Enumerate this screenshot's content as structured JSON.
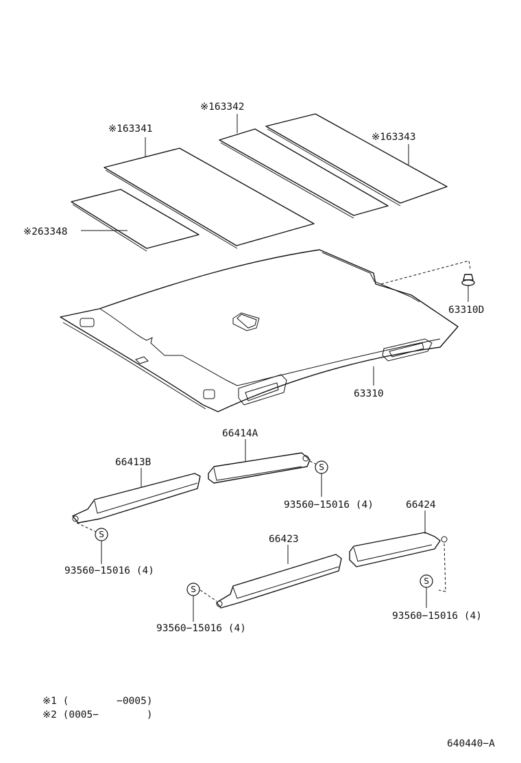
{
  "labels": {
    "p163341": "※163341",
    "p163342": "※163342",
    "p163343": "※163343",
    "p263348": "※263348",
    "p63310D": "63310D",
    "p63310": "63310",
    "p66414A": "66414A",
    "p66413B": "66413B",
    "p66424": "66424",
    "p66423": "66423",
    "screw_label": "93560−15016 (4)",
    "screw_symbol": "S"
  },
  "notes": {
    "note1": "※1 (        −0005)",
    "note2": "※2 (0005−        )"
  },
  "diagram_code": "640440−A"
}
